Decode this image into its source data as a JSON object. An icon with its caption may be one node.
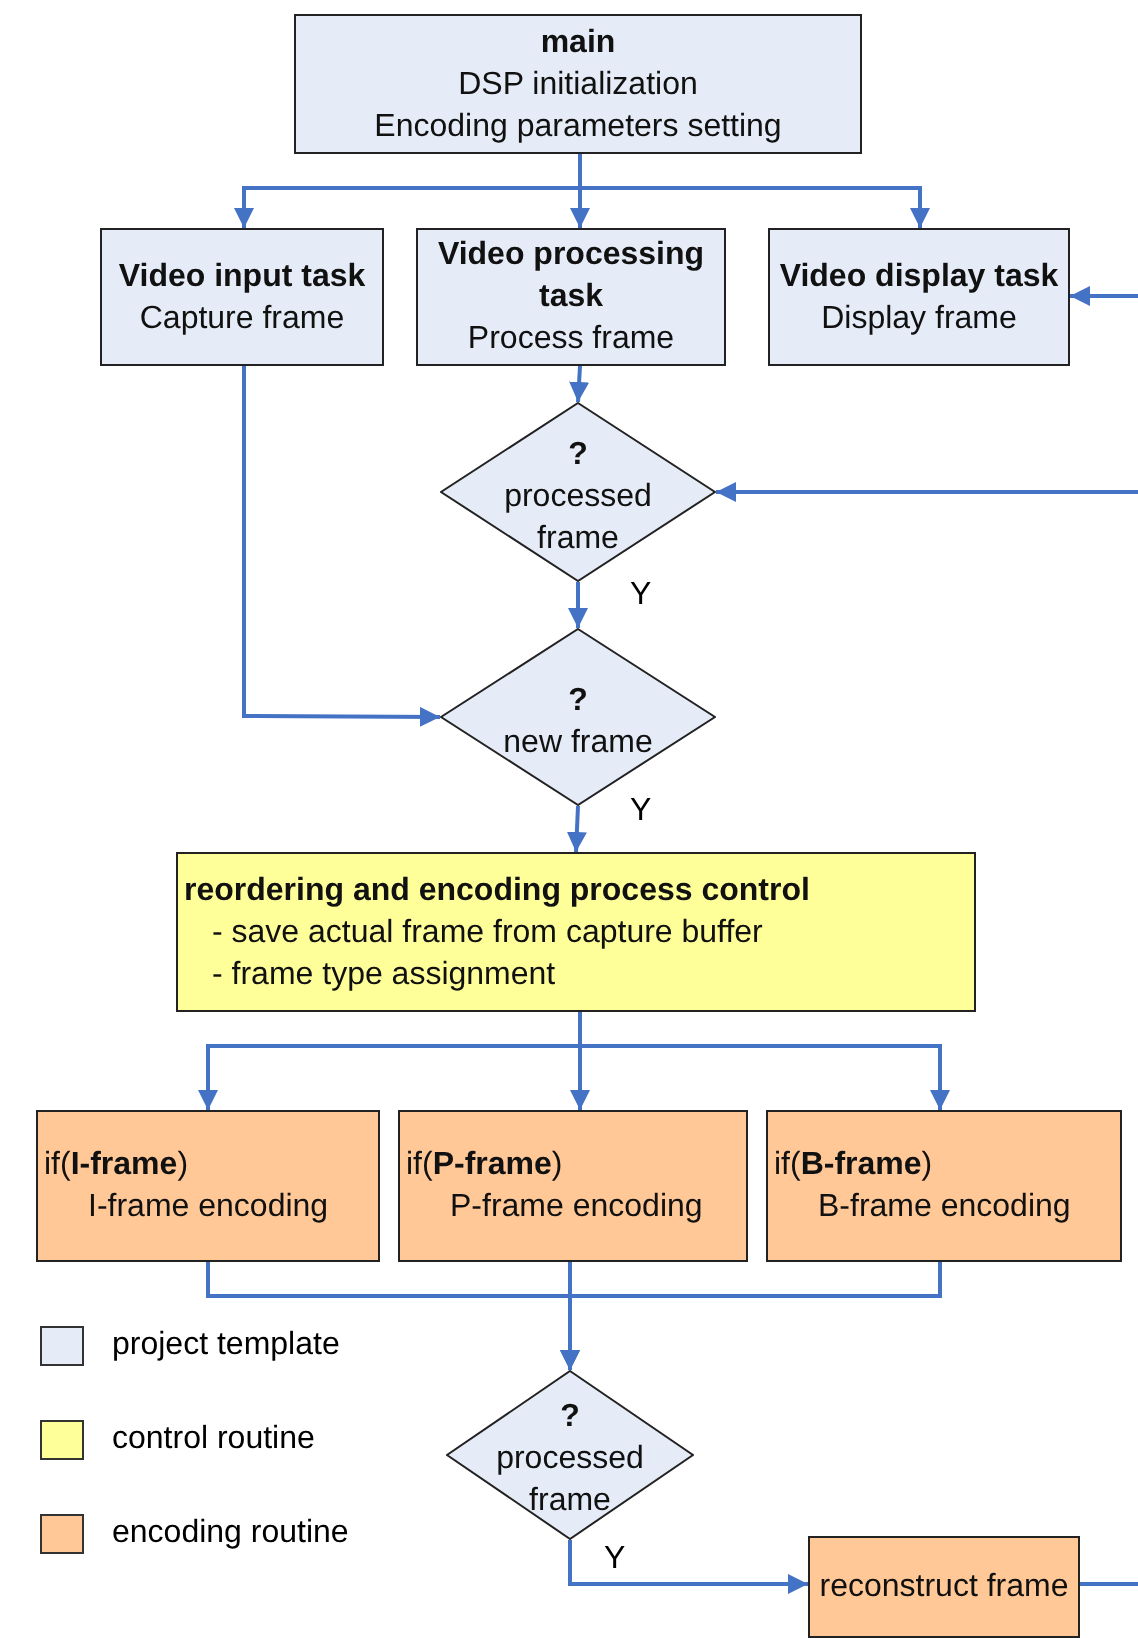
{
  "diagram": {
    "nodes": [
      {
        "text": [
          "main",
          "DSP initialization",
          "Encoding parameters setting"
        ]
      },
      {
        "text": [
          "Video input task",
          "Capture frame"
        ]
      },
      {
        "text": [
          "Video processing task",
          "Process frame"
        ]
      },
      {
        "text": [
          "Video display task",
          "Display frame"
        ]
      },
      {
        "text": [
          "?",
          "processed frame"
        ]
      },
      {
        "text": [
          "?",
          "new frame"
        ]
      },
      {
        "text": [
          "reordering and encoding process control",
          "- save actual frame from capture buffer",
          "- frame type assignment"
        ]
      },
      {
        "text": [
          "if(**I-frame**)",
          "I-frame encoding"
        ]
      },
      {
        "text": [
          "if(**P-frame**)",
          "P-frame encoding"
        ]
      },
      {
        "text": [
          "if(**B-frame**)",
          "B-frame encoding"
        ]
      },
      {
        "text": [
          "?",
          "processed frame"
        ]
      },
      {
        "text": [
          "reconstruct frame"
        ]
      }
    ],
    "edges": [
      {
        "from": 0,
        "to": 1,
        "arrow": "to"
      },
      {
        "from": 0,
        "to": 2,
        "arrow": "to"
      },
      {
        "from": 0,
        "to": 3,
        "arrow": "to"
      },
      {
        "from": 2,
        "to": 4,
        "arrow": "to"
      },
      {
        "from": null,
        "to": 3,
        "arrow": "to"
      },
      {
        "from": null,
        "to": 4,
        "arrow": "to"
      },
      {
        "from": 1,
        "to": 5,
        "arrow": "to"
      },
      {
        "from": 4,
        "to": 5,
        "arrow": "to",
        "label": "Y"
      },
      {
        "from": 5,
        "to": 6,
        "arrow": "to",
        "label": "Y"
      },
      {
        "from": 6,
        "to": 7,
        "arrow": "to"
      },
      {
        "from": 6,
        "to": 8,
        "arrow": "to"
      },
      {
        "from": 6,
        "to": 9,
        "arrow": "to"
      },
      {
        "from": 7,
        "to": 10,
        "arrow": "to"
      },
      {
        "from": 8,
        "to": 10,
        "arrow": "to"
      },
      {
        "from": 9,
        "to": 10,
        "arrow": "to"
      },
      {
        "from": 10,
        "to": 11,
        "arrow": "to",
        "label": "Y"
      },
      {
        "from": 11,
        "to": null,
        "arrow": "none"
      }
    ],
    "legend": [
      {
        "text": "project template",
        "color": "#e6ecf7"
      },
      {
        "text": "control routine",
        "color": "#ffff99"
      },
      {
        "text": "encoding routine",
        "color": "#ffc896"
      }
    ]
  }
}
